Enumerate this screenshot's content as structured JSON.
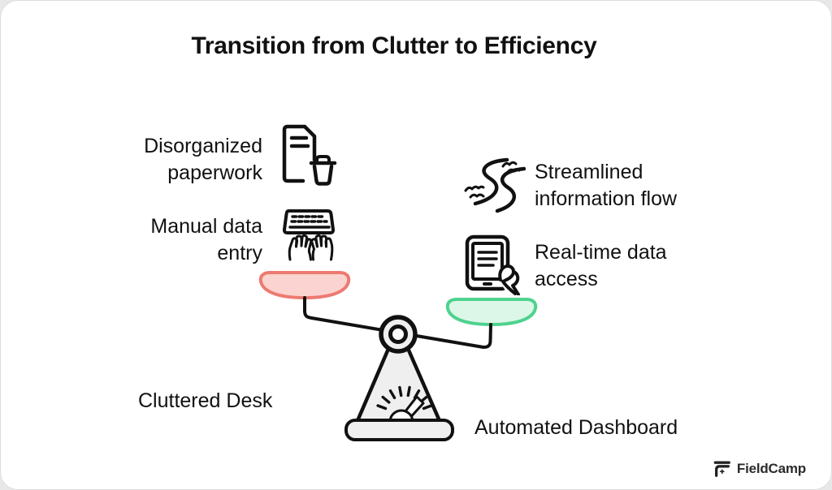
{
  "title": "Transition from Clutter to Efficiency",
  "left_side": {
    "items": [
      {
        "label": "Disorganized paperwork",
        "icon": "document-trash-icon"
      },
      {
        "label": "Manual data entry",
        "icon": "keyboard-typing-icon"
      }
    ],
    "caption": "Cluttered Desk"
  },
  "right_side": {
    "items": [
      {
        "label": "Streamlined information flow",
        "icon": "stream-icon"
      },
      {
        "label": "Real-time data access",
        "icon": "tablet-hand-icon"
      }
    ],
    "caption": "Automated Dashboard"
  },
  "scale": {
    "left_pan": {
      "fill": "#fbd3d0",
      "stroke": "#ed7a70"
    },
    "right_pan": {
      "fill": "#dcf7e7",
      "stroke": "#4ed28e"
    },
    "body_fill": "#efefef",
    "outline": "#111111"
  },
  "footer": {
    "brand": "FieldCamp"
  },
  "colors": {
    "page_bg": "#e8e8e8",
    "card_bg": "#ffffff",
    "text": "#111111",
    "brand_text": "#2b2b2b"
  }
}
